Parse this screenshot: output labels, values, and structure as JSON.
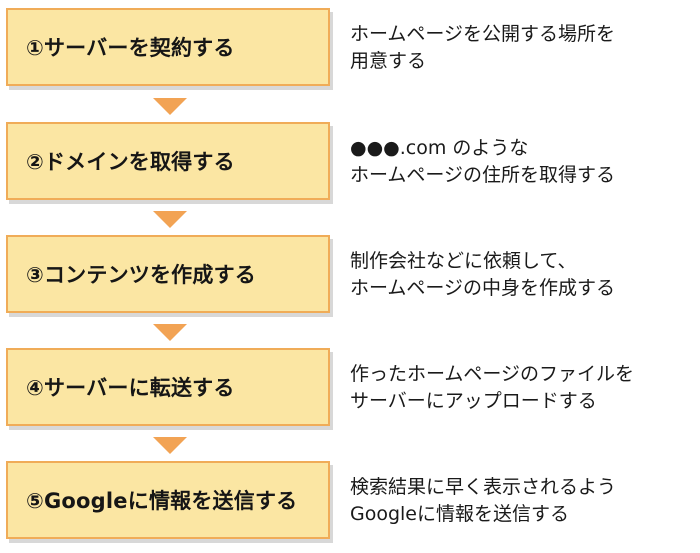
{
  "steps": [
    {
      "title": "①サーバーを契約する",
      "desc": [
        "ホームページを公開する場所を",
        "用意する"
      ]
    },
    {
      "title": "②ドメインを取得する",
      "desc": [
        "●●●.com のような",
        "ホームページの住所を取得する"
      ]
    },
    {
      "title": "③コンテンツを作成する",
      "desc": [
        "制作会社などに依頼して、",
        "ホームページの中身を作成する"
      ]
    },
    {
      "title": "④サーバーに転送する",
      "desc": [
        "作ったホームページのファイルを",
        "サーバーにアップロードする"
      ]
    },
    {
      "title": "⑤Googleに情報を送信する",
      "desc": [
        "検索結果に早く表示されるよう",
        "Googleに情報を送信する"
      ]
    }
  ],
  "colors": {
    "box_fill": "#fbe6a3",
    "box_border": "#f0ac58",
    "arrow": "#f2a354"
  }
}
